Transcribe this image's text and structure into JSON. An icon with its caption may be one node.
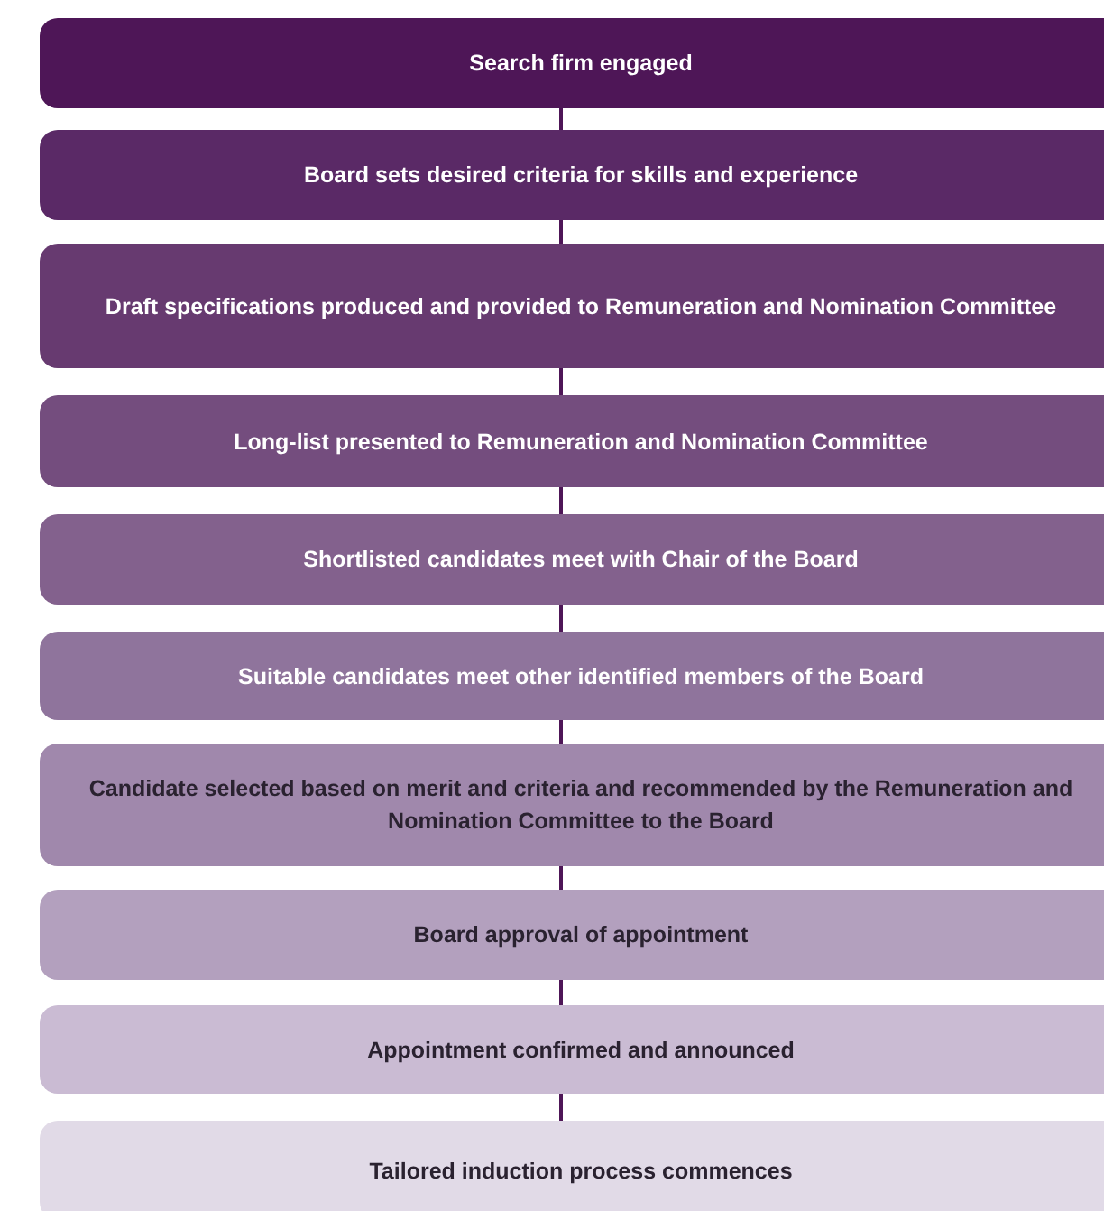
{
  "diagram": {
    "nodes": [
      {
        "text": [
          "Search firm engaged"
        ]
      },
      {
        "text": [
          "Board sets desired criteria for skills and experience"
        ]
      },
      {
        "text": [
          "Draft specifications produced and provided to Remuneration and Nomination Committee"
        ]
      },
      {
        "text": [
          "Long-list presented to Remuneration and Nomination Committee"
        ]
      },
      {
        "text": [
          "Shortlisted candidates meet with Chair of the Board"
        ]
      },
      {
        "text": [
          "Suitable candidates meet other identified members of the Board"
        ]
      },
      {
        "text": [
          "Candidate selected based on merit and criteria and recommended by the Remuneration and Nomination Committee to the Board"
        ]
      },
      {
        "text": [
          "Board approval of appointment"
        ]
      },
      {
        "text": [
          "Appointment confirmed and announced"
        ]
      },
      {
        "text": [
          "Tailored induction process commences"
        ]
      }
    ],
    "edges": [
      {
        "from": 0,
        "to": 1,
        "arrow": "none"
      },
      {
        "from": 1,
        "to": 2,
        "arrow": "none"
      },
      {
        "from": 2,
        "to": 3,
        "arrow": "none"
      },
      {
        "from": 3,
        "to": 4,
        "arrow": "none"
      },
      {
        "from": 4,
        "to": 5,
        "arrow": "none"
      },
      {
        "from": 5,
        "to": 6,
        "arrow": "none"
      },
      {
        "from": 6,
        "to": 7,
        "arrow": "none"
      },
      {
        "from": 7,
        "to": 8,
        "arrow": "none"
      },
      {
        "from": 8,
        "to": 9,
        "arrow": "none"
      }
    ]
  }
}
